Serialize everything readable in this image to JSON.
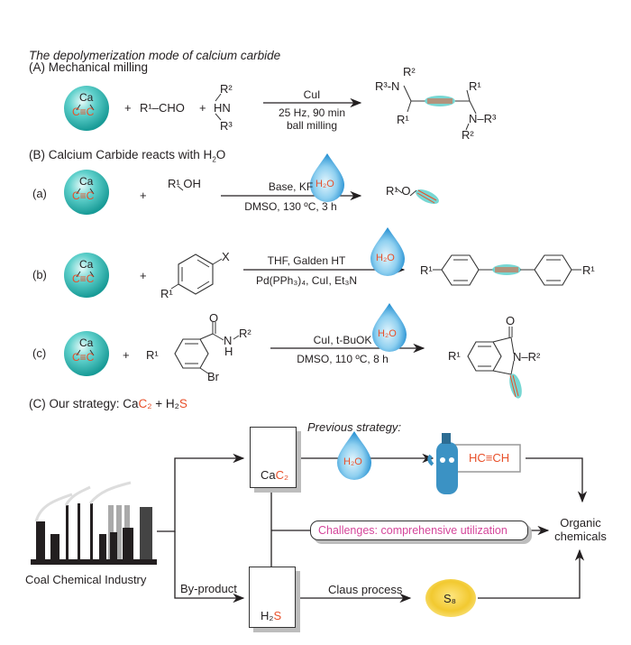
{
  "title": "The depolymerization mode of calcium carbide",
  "colors": {
    "accent_red": "#e8502a",
    "teal": "#2bb5b0",
    "pink": "#d4459a",
    "water_blue": "#3aa6dc",
    "sulfur_yellow": "#f2c930",
    "text": "#231f20"
  },
  "sphere": {
    "top": "Ca",
    "bottom": "C≡C"
  },
  "sectionA": {
    "heading": "(A) Mechanical milling",
    "reactants": [
      "R¹–CHO",
      "HN"
    ],
    "amine_subs": [
      "R²",
      "R³"
    ],
    "plus": "+",
    "reagent_top": "CuI",
    "reagent_bottom_1": "25 Hz, 90 min",
    "reagent_bottom_2": "ball milling",
    "product_labels": {
      "left_top": "R³-N",
      "left_top_sub": "R²",
      "left_bottom": "R¹",
      "right_top": "R¹",
      "right_bottom": "N–R³",
      "right_bottom_sub": "R²"
    }
  },
  "sectionB": {
    "heading_pre": "(B) Calcium Carbide reacts with H",
    "heading_sub": "2",
    "heading_post": "O",
    "water_label": "H₂O",
    "reactions": [
      {
        "label": "(a)",
        "reactant": "R¹ OH",
        "reagent_top": "Base, KF",
        "reagent_bottom": "DMSO, 130 ºC, 3 h",
        "product": "R¹ O"
      },
      {
        "label": "(b)",
        "reactant_subs": [
          "X",
          "R¹"
        ],
        "reagent_top": "THF, Galden HT",
        "reagent_bottom": "Pd(PPh₃)₄, CuI, Et₃N",
        "product_subs": [
          "R¹",
          "R¹"
        ]
      },
      {
        "label": "(c)",
        "reactant_subs": [
          "R¹",
          "O",
          "N",
          "H",
          "R²",
          "Br"
        ],
        "reagent_top": "CuI, t-BuOK",
        "reagent_bottom": "DMSO, 110 ºC, 8 h",
        "product_subs": [
          "R¹",
          "O",
          "N–R²"
        ]
      }
    ]
  },
  "sectionC": {
    "heading_pre": "(C) Our strategy: Ca",
    "heading_c2": "C₂",
    "heading_mid": " + H₂",
    "heading_s": "S",
    "industry_label": "Coal Chemical Industry",
    "byproduct_label": "By-product",
    "cac2_label_ca": "Ca",
    "cac2_label_c2": "C₂",
    "h2s_label_h2": "H₂",
    "h2s_label_s": "S",
    "previous_strategy": "Previous strategy:",
    "acetylene_label": "HC≡CH",
    "challenges": "Challenges: comprehensive utilization",
    "claus": "Claus process",
    "s8": "S₈",
    "organic_1": "Organic",
    "organic_2": "chemicals"
  }
}
